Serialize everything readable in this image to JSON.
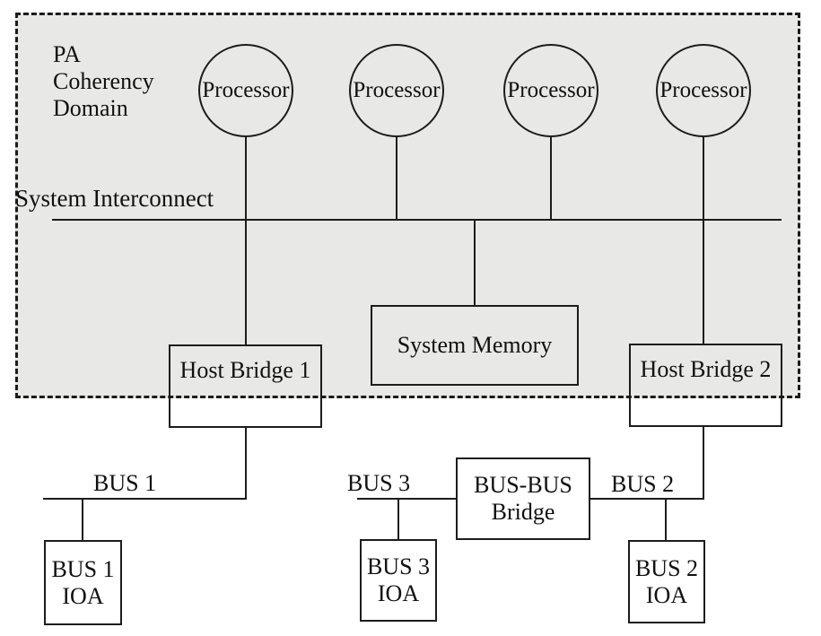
{
  "colors": {
    "line": "#1c1c1c",
    "domain-fill": "#e8e8e6"
  },
  "domain": {
    "title_lines": [
      "PA",
      "Coherency",
      "Domain"
    ],
    "interconnect_label": "System Interconnect"
  },
  "processors": [
    {
      "label": "Processor"
    },
    {
      "label": "Processor"
    },
    {
      "label": "Processor"
    },
    {
      "label": "Processor"
    }
  ],
  "nodes": {
    "host_bridge_1": {
      "label": "Host Bridge 1"
    },
    "host_bridge_2": {
      "label": "Host Bridge 2"
    },
    "system_memory": {
      "label": "System Memory"
    },
    "bus_bus_bridge": {
      "line1": "BUS-BUS",
      "line2": "Bridge"
    },
    "bus1_ioa": {
      "line1": "BUS 1",
      "line2": "IOA"
    },
    "bus3_ioa": {
      "line1": "BUS 3",
      "line2": "IOA"
    },
    "bus2_ioa": {
      "line1": "BUS 2",
      "line2": "IOA"
    }
  },
  "bus_labels": {
    "bus1": "BUS 1",
    "bus3": "BUS 3",
    "bus2": "BUS 2"
  }
}
